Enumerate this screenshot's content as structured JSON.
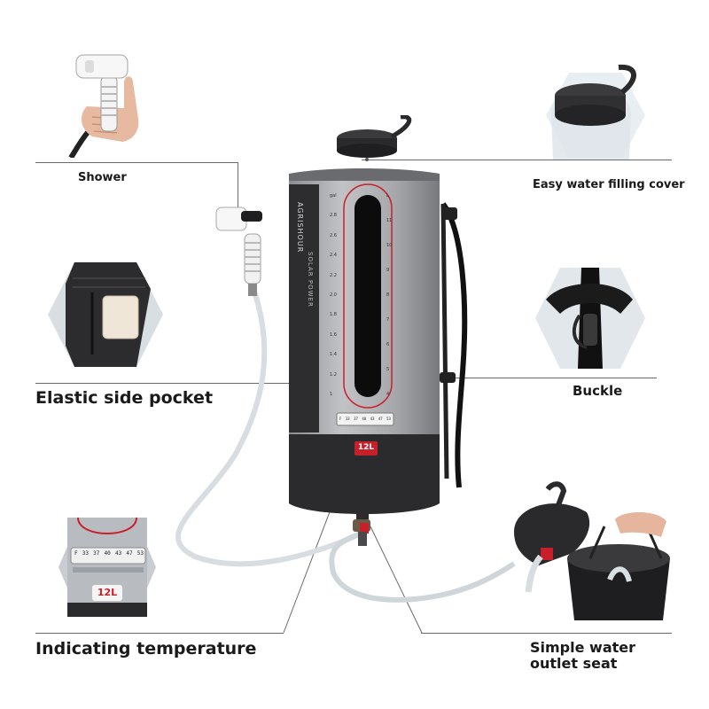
{
  "callouts": {
    "shower": "Shower",
    "filling_cover": "Easy water filling cover",
    "side_pocket": "Elastic side pocket",
    "buckle": "Buckle",
    "temperature": "Indicating temperature",
    "outlet_seat_line1": "Simple water",
    "outlet_seat_line2": "outlet seat"
  },
  "bag": {
    "capacity_badge": "12L",
    "printed_brand": "AGRISHOUR",
    "printed_tagline": "SOLAR POWER",
    "scale_left": [
      "gal",
      "2.8",
      "2.6",
      "2.4",
      "2.2",
      "2.0",
      "1.8",
      "1.6",
      "1.4",
      "1.2",
      "1"
    ],
    "scale_right": [
      "L",
      "11",
      "10",
      "9",
      "8",
      "7",
      "6",
      "5",
      "4"
    ],
    "thermo_scale": [
      "F",
      "33",
      "37",
      "40",
      "43",
      "47",
      "53"
    ]
  },
  "inset_thermo": {
    "scale": [
      "F",
      "33",
      "37",
      "40",
      "43",
      "47",
      "53"
    ],
    "badge": "12L"
  },
  "colors": {
    "bag_gray": "#9a9b9e",
    "bag_dark": "#2b2b2d",
    "accent_red": "#c8202a",
    "line_gray": "#6a6a6a"
  }
}
